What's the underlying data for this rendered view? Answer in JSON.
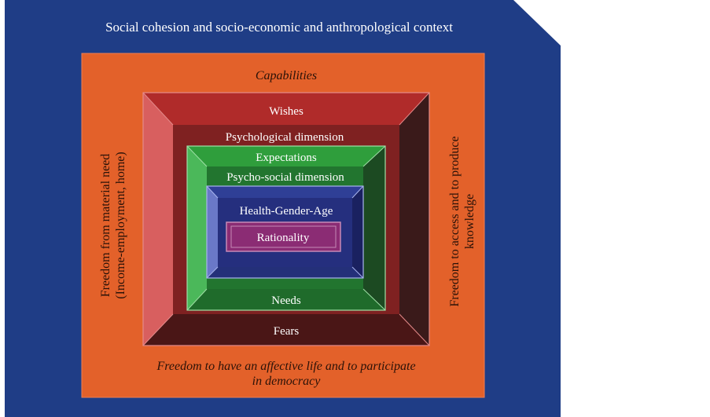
{
  "context_label": "Social cohesion and socio-economic and anthropological context",
  "capabilities_label": "Capabilities",
  "left_label": {
    "line1": "Freedom from material need",
    "line2": "(Income-employment, home)"
  },
  "right_label": {
    "line1": "Freedom to access and to produce",
    "line2": "knowledge"
  },
  "bottom_label": {
    "line1": "Freedom to have an affective life and to participate",
    "line2": "in democracy"
  },
  "layers": {
    "wishes": "Wishes",
    "psychological": "Psychological dimension",
    "fears": "Fears",
    "expectations": "Expectations",
    "psychosocial": "Psycho-social dimension",
    "needs": "Needs",
    "health": "Health-Gender-Age",
    "rationality": "Rationality"
  },
  "colors": {
    "background": "#1f3d86",
    "capabilities_frame": "#e3612a",
    "red_layer": "#b02b2a",
    "green_layer": "#2f9e3c",
    "blue_layer": "#2e3a8a",
    "purple_core": "#8b2c74"
  }
}
